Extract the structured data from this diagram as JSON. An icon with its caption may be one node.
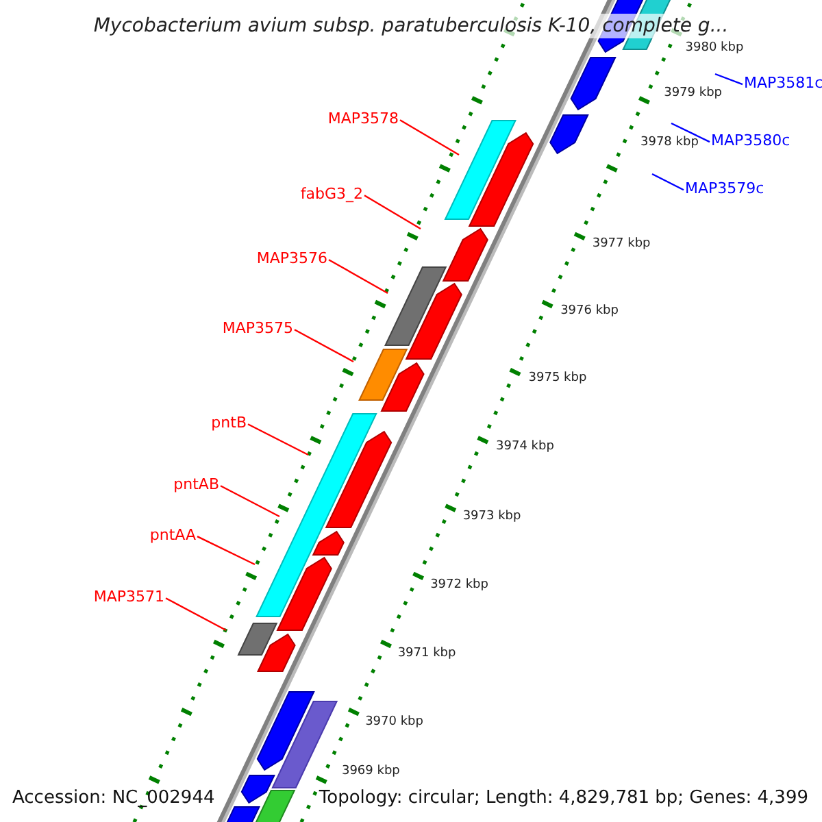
{
  "diagram": {
    "title": "Mycobacterium avium subsp. paratuberculosis K-10, complete g...",
    "nodes": [
      {
        "text": [
          "MAP3578"
        ]
      },
      {
        "text": [
          "fabG3_2"
        ]
      },
      {
        "text": [
          "MAP3576"
        ]
      },
      {
        "text": [
          "MAP3575"
        ]
      },
      {
        "text": [
          "pntB"
        ]
      },
      {
        "text": [
          "pntAB"
        ]
      },
      {
        "text": [
          "pntAA"
        ]
      },
      {
        "text": [
          "MAP3571"
        ]
      },
      {
        "text": [
          "MAP3581c"
        ]
      },
      {
        "text": [
          "MAP3580c"
        ]
      },
      {
        "text": [
          "MAP3579c"
        ]
      }
    ],
    "edges": [
      {
        "from": 0,
        "to": null,
        "arrow": "none"
      },
      {
        "from": 1,
        "to": null,
        "arrow": "none"
      },
      {
        "from": 2,
        "to": null,
        "arrow": "none"
      },
      {
        "from": 3,
        "to": null,
        "arrow": "none"
      },
      {
        "from": 4,
        "to": null,
        "arrow": "none"
      },
      {
        "from": 5,
        "to": null,
        "arrow": "none"
      },
      {
        "from": 6,
        "to": null,
        "arrow": "none"
      },
      {
        "from": 7,
        "to": null,
        "arrow": "none"
      },
      {
        "from": 8,
        "to": null,
        "arrow": "none",
        "color": "#0000ff"
      },
      {
        "from": 9,
        "to": null,
        "arrow": "none",
        "color": "#0000ff"
      },
      {
        "from": 10,
        "to": null,
        "arrow": "none",
        "color": "#0000ff"
      }
    ],
    "labels": [
      "3980 kbp",
      "3979 kbp",
      "3978 kbp",
      "3977 kbp",
      "3976 kbp",
      "3975 kbp",
      "3974 kbp",
      "3973 kbp",
      "3972 kbp",
      "3971 kbp",
      "3970 kbp",
      "3969 kbp",
      "Accession: NC_002944",
      "Topology: circular; Length: 4,829,781 bp; Genes: 4,399"
    ]
  }
}
